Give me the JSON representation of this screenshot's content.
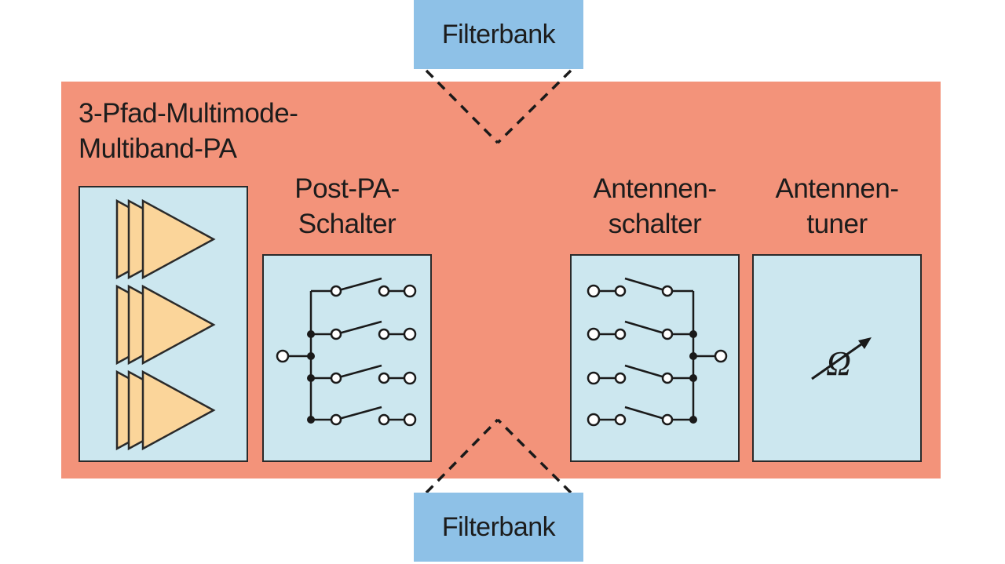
{
  "diagram": {
    "filterbank_top": "Filterbank",
    "filterbank_bottom": "Filterbank",
    "pa": {
      "line1": "3-Pfad-Multimode-",
      "line2": "Multiband-PA"
    },
    "post_pa_switch": {
      "line1": "Post-PA-",
      "line2": "Schalter"
    },
    "antenna_switch": {
      "line1": "Antennen-",
      "line2": "schalter"
    },
    "antenna_tuner": {
      "line1": "Antennen-",
      "line2": "tuner",
      "symbol": "Ω"
    }
  },
  "colors": {
    "module": "#f3937a",
    "block": "#cce7ef",
    "filterbank": "#8ec1e7",
    "amplifier": "#fbd59a"
  }
}
